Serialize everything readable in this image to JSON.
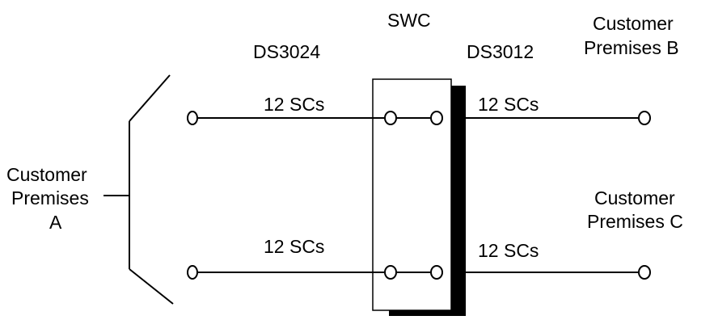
{
  "labels": {
    "swc": "SWC",
    "ds3024": "DS3024",
    "ds3012": "DS3012",
    "premises_a": [
      "Customer",
      "Premises",
      "A"
    ],
    "premises_b": [
      "Customer",
      "Premises B"
    ],
    "premises_c": [
      "Customer",
      "Premises C"
    ],
    "link_top_left": "12 SCs",
    "link_top_right": "12 SCs",
    "link_bottom_left": "12 SCs",
    "link_bottom_right": "12 SCs"
  },
  "colors": {
    "line": "#000000",
    "shadow": "#000000",
    "background": "#ffffff"
  }
}
